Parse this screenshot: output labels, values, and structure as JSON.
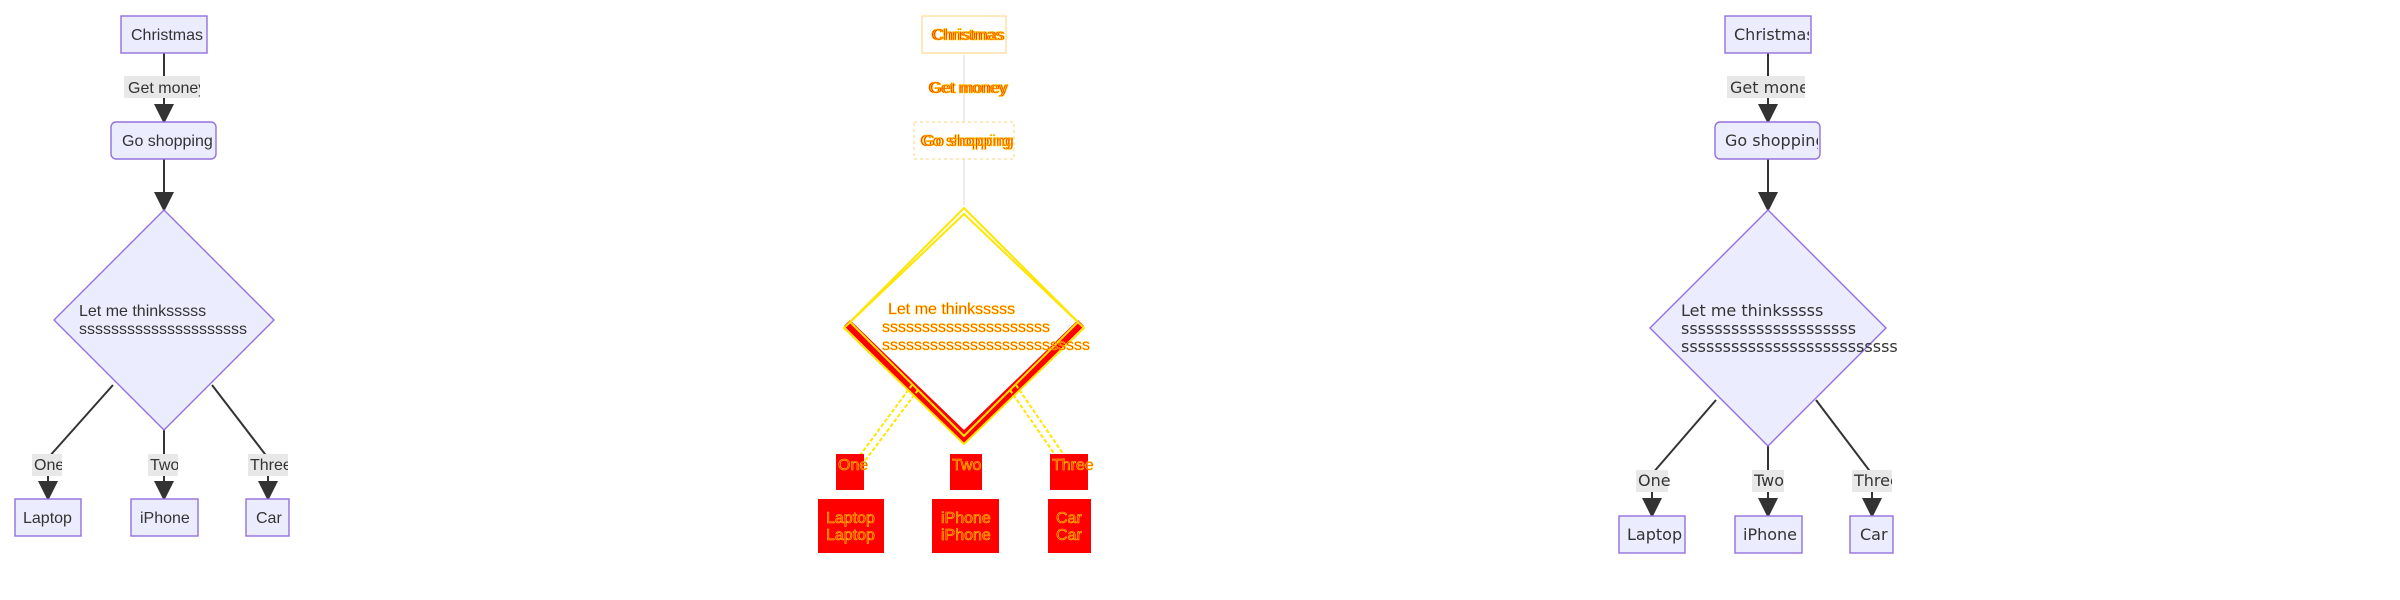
{
  "flowchart": {
    "start": "Christmas",
    "get_money": "Get money",
    "shopping": "Go shopping",
    "decision_line1": "Let me thinksssss",
    "decision_line2": "sssssssssssssssssssss",
    "decision_line3": "ssssssssssssssssssssssssss",
    "edge_one": "One",
    "edge_two": "Two",
    "edge_three": "Three",
    "laptop": "Laptop",
    "iphone": "iPhone",
    "car": "Car"
  },
  "colors": {
    "node_fill": "#ececff",
    "node_stroke": "#9370db",
    "diff_red": "#ff0000",
    "diff_yellow": "#ffe600"
  }
}
